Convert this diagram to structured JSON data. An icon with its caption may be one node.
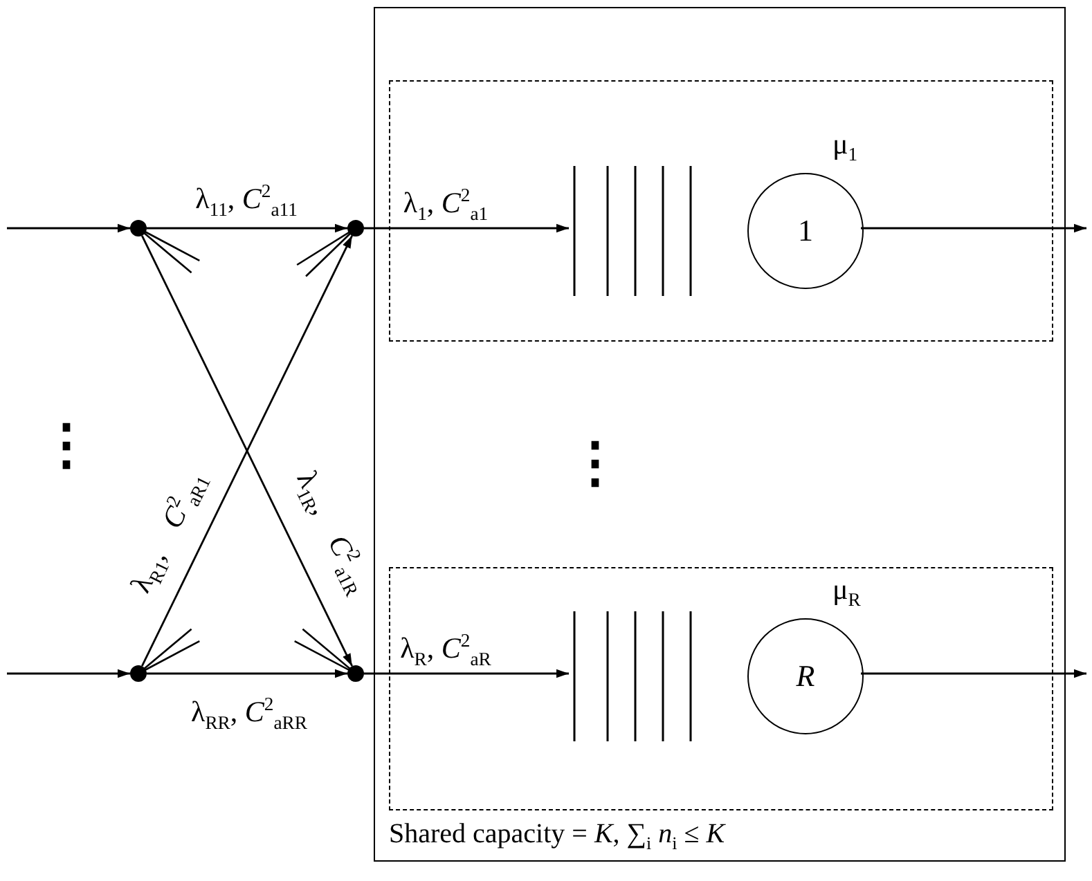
{
  "diagram": {
    "nodes": [
      {
        "text": [
          "Shared capacity = *K*, ∑$_{i}$ *n*$_{i}$ ≤ *K*"
        ]
      },
      {
        "text": [],
        "shape": "box",
        "in": 0
      },
      {
        "text": [],
        "shape": "bar",
        "in": 1
      },
      {
        "text": [
          "1"
        ],
        "beside": [
          "μ$_{1}$"
        ],
        "in": 1
      },
      {
        "text": [],
        "shape": "box",
        "in": 0
      },
      {
        "text": [],
        "shape": "bar",
        "in": 4
      },
      {
        "text": [
          "*R*"
        ],
        "beside": [
          "μ$_{R}$"
        ],
        "in": 4
      },
      {
        "text": [],
        "shape": "circle"
      },
      {
        "text": [],
        "shape": "circle"
      },
      {
        "text": [],
        "shape": "circle"
      },
      {
        "text": [],
        "shape": "circle"
      }
    ],
    "edges": [
      {
        "from": null,
        "to": 7,
        "arrow": "to"
      },
      {
        "from": 7,
        "to": 8,
        "arrow": "to",
        "label": "λ$_{11}$, *C*$^{2}$$_{a11}$"
      },
      {
        "from": 7,
        "to": 10,
        "arrow": "to",
        "label": "λ$_{1R}$, *C*$^{2}$$_{a1R}$"
      },
      {
        "from": 9,
        "to": 8,
        "arrow": "to",
        "label": "λ$_{R1}$, *C*$^{2}$$_{aR1}$"
      },
      {
        "from": 9,
        "to": 10,
        "arrow": "to",
        "label": "λ$_{RR}$, *C*$^{2}$$_{aRR}$"
      },
      {
        "from": null,
        "to": 9,
        "arrow": "to"
      },
      {
        "from": 8,
        "to": 2,
        "arrow": "to",
        "label": "λ$_{1}$, *C*$^{2}$$_{a1}$"
      },
      {
        "from": 10,
        "to": 5,
        "arrow": "to",
        "label": "λ$_{R}$, *C*$^{2}$$_{aR}$"
      },
      {
        "from": 3,
        "to": null,
        "arrow": "to"
      },
      {
        "from": 6,
        "to": null,
        "arrow": "to"
      }
    ],
    "labels": [
      "⋮",
      "⋮"
    ]
  }
}
